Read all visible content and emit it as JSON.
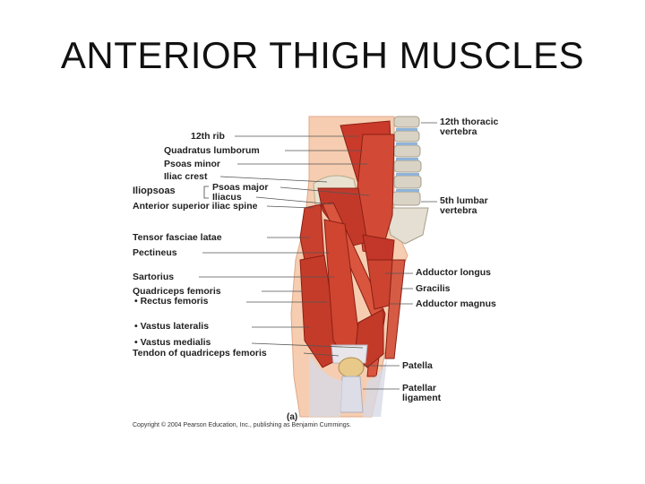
{
  "slide": {
    "title": "ANTERIOR THIGH MUSCLES"
  },
  "figure": {
    "panel_label": "(a)",
    "copyright": "Copyright © 2004 Pearson Education, Inc., publishing as Benjamin Cummings.",
    "left_labels": {
      "rib12": "12th rib",
      "quadratus": "Quadratus lumborum",
      "psoas_minor": "Psoas minor",
      "iliac_crest": "Iliac crest",
      "iliopsoas": "Iliopsoas",
      "psoas_major": "Psoas major",
      "iliacus": "Iliacus",
      "asis": "Anterior superior iliac spine",
      "tensor": "Tensor fasciae latae",
      "pectineus": "Pectineus",
      "sartorius": "Sartorius",
      "quadriceps": "Quadriceps femoris",
      "rectus": "• Rectus femoris",
      "vastus_lateralis": "• Vastus lateralis",
      "vastus_medialis": "• Vastus medialis",
      "tendon": "Tendon of quadriceps femoris"
    },
    "right_labels": {
      "thoracic_line1": "12th thoracic",
      "thoracic_line2": "vertebra",
      "lumbar_line1": "5th lumbar",
      "lumbar_line2": "vertebra",
      "adductor_longus": "Adductor longus",
      "gracilis": "Gracilis",
      "adductor_magnus": "Adductor magnus",
      "patella": "Patella",
      "patellar_line1": "Patellar",
      "patellar_line2": "ligament"
    }
  }
}
